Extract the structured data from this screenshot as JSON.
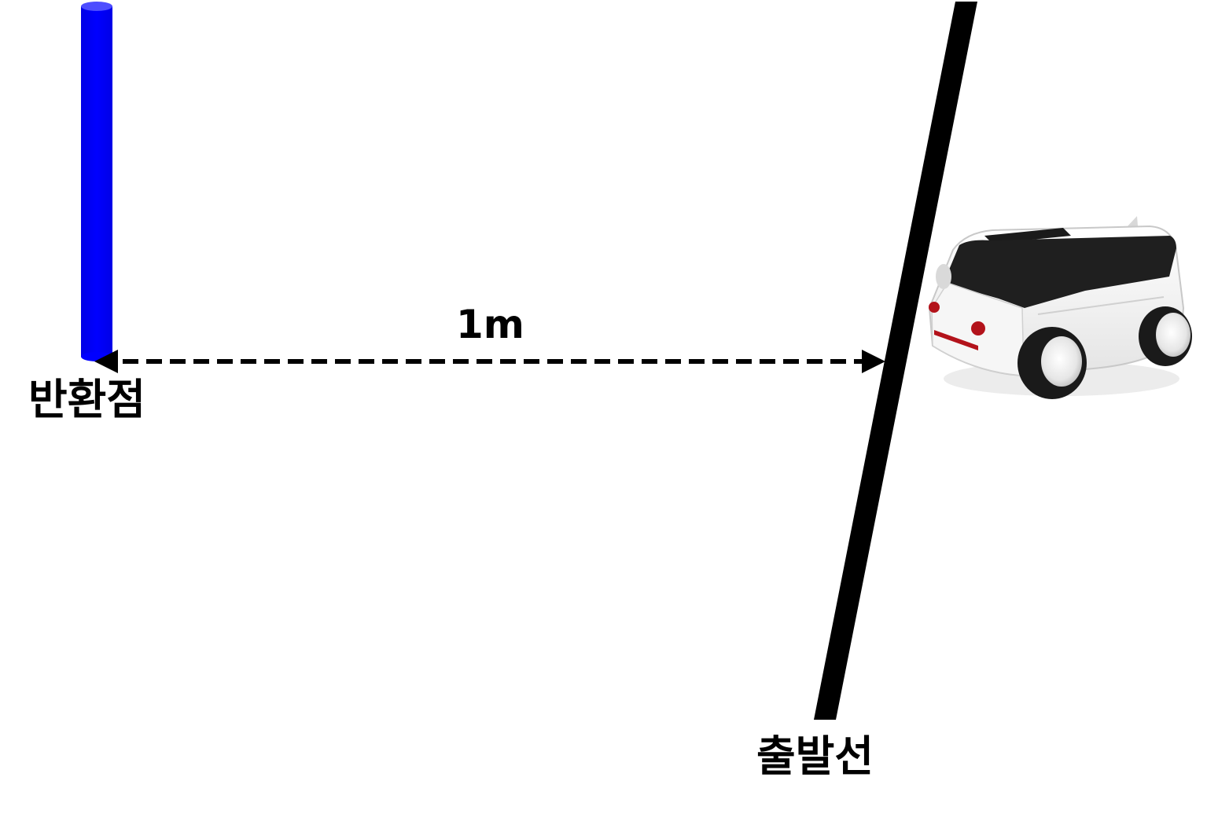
{
  "labels": {
    "distance": "1m",
    "turn_point": "반환점",
    "start_line": "출발선"
  },
  "colors": {
    "pole": "#0000ff",
    "line": "#000000",
    "car_body": "#f2f2f2",
    "car_window": "#1f1f1f",
    "car_lights": "#b3131b"
  },
  "icons": {
    "pole": "blue-pole-icon",
    "car": "robot-car-icon"
  }
}
